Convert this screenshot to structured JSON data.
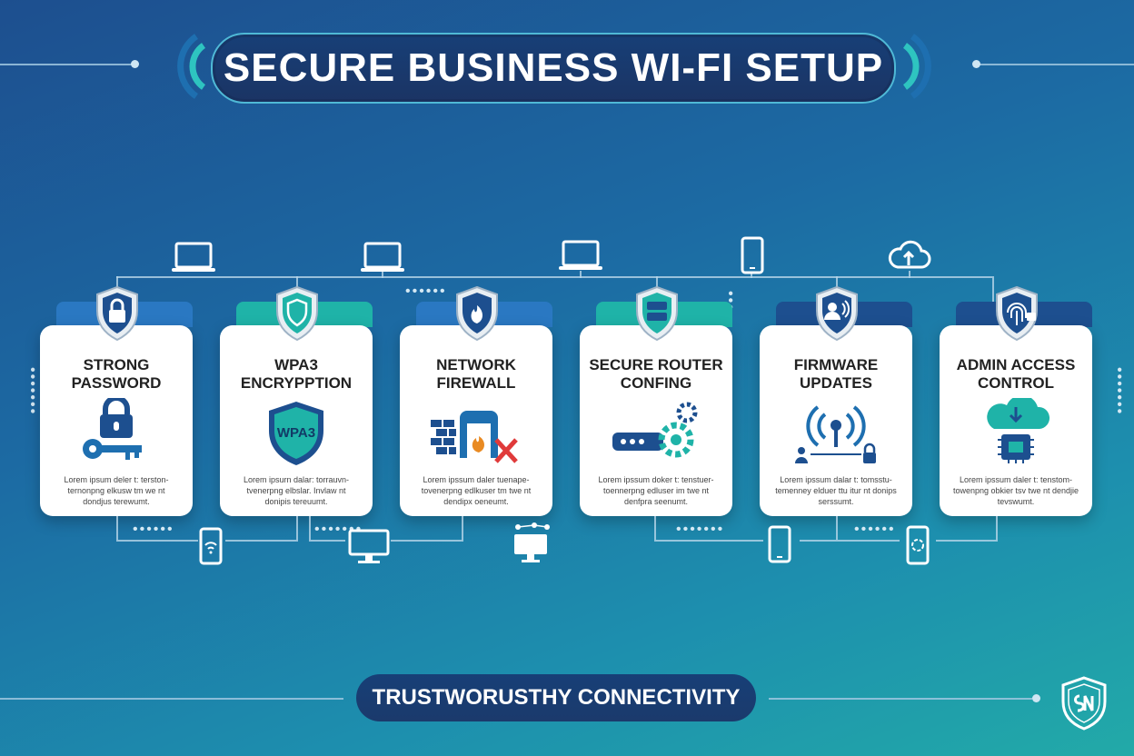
{
  "header": {
    "title": "SECURE BUSINESS WI-FI SETUP"
  },
  "cards": [
    {
      "title": "STRONG\nPASSWORD",
      "body": "Lorem ipsum deler t: terston- ternonpng elkusw tm we nt dondjus terewumt.",
      "tab_color": "#2a78c2"
    },
    {
      "title": "WPA3\nENCRYPPTION",
      "body": "Lorem ipsurn dalar: torrauvn- tvenerpng elbslar. Invlaw nt donipis tereuumt.",
      "tab_color": "#1fb3a8",
      "badge": "WPA3"
    },
    {
      "title": "NETWORK\nFIREWALL",
      "body": "Lorem ipssum daler tuenape- tovenerpng edlkuser tm twe nt dendipx oeneumt.",
      "tab_color": "#2a78c2"
    },
    {
      "title": "SECURE ROUTER\nCONFING",
      "body": "Lorem ipssum doker t: tenstuer- toennerpng edluser im twe nt denfpra seenumt.",
      "tab_color": "#1fb3a8"
    },
    {
      "title": "FIRMWARE\nUPDATES",
      "body": "Lorem ipssum dalar t: tomsstu- temenney elduer ttu itur nt donips serssumt.",
      "tab_color": "#1d4f8f"
    },
    {
      "title": "ADMIN ACCESS\nCONTROL",
      "body": "Lorem ipssum daler t: tenstom- towenpng obkier tsv twe nt dendjie tevswumt.",
      "tab_color": "#1d4f8f"
    }
  ],
  "footer": {
    "label": "TRUSTWORUSTHY CONNECTIVITY"
  },
  "colors": {
    "navy": "#173f77",
    "teal": "#1fb3a8",
    "blue": "#2a78c2",
    "red": "#e03a3a"
  },
  "icons": [
    "lock-icon",
    "key-icon",
    "shield-icon",
    "firewall-icon",
    "router-icon",
    "gear-icon",
    "wifi-signal-icon",
    "fingerprint-icon",
    "cloud-chip-icon",
    "laptop-icon",
    "phone-icon",
    "monitor-icon",
    "cloud-sync-icon",
    "brand-shield-logo"
  ]
}
